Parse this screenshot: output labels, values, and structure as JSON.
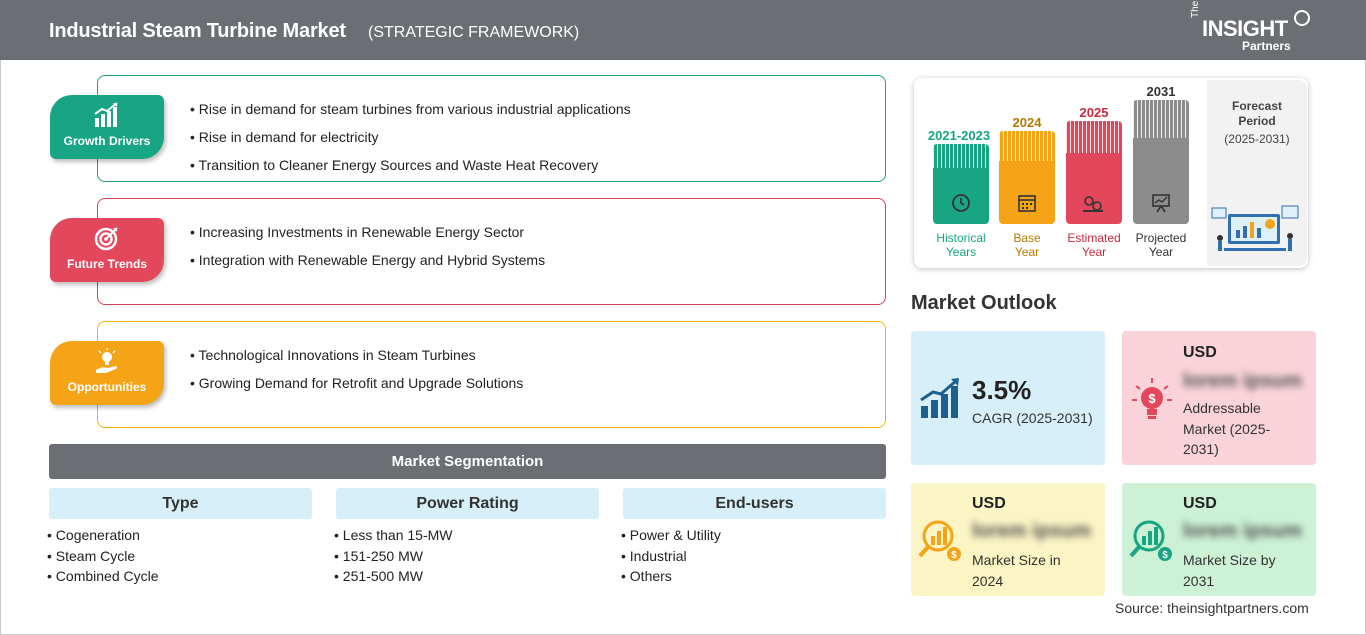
{
  "header": {
    "title": "Industrial Steam Turbine Market",
    "subtitle": "(STRATEGIC FRAMEWORK)",
    "logo": {
      "the": "The",
      "insight": "INSIGHT",
      "partners": "Partners"
    }
  },
  "categories": {
    "growth_drivers": {
      "label": "Growth Drivers",
      "color": "#17a583",
      "items": [
        "Rise in demand for steam turbines from various industrial applications",
        "Rise in demand for electricity",
        "Transition to Cleaner Energy Sources and Waste Heat Recovery"
      ]
    },
    "future_trends": {
      "label": "Future Trends",
      "color": "#e2475c",
      "items": [
        "Increasing Investments in Renewable Energy Sector",
        "Integration with Renewable Energy and Hybrid Systems"
      ]
    },
    "opportunities": {
      "label": "Opportunities",
      "color": "#f5a417",
      "items": [
        "Technological Innovations in Steam Turbines",
        "Growing Demand for Retrofit and Upgrade Solutions"
      ]
    }
  },
  "segmentation": {
    "title": "Market Segmentation",
    "columns": [
      {
        "heading": "Type",
        "items": [
          "Cogeneration",
          "Steam Cycle",
          "Combined Cycle"
        ]
      },
      {
        "heading": "Power Rating",
        "items": [
          "Less than 15-MW",
          "151-250 MW",
          "251-500 MW"
        ]
      },
      {
        "heading": "End-users",
        "items": [
          "Power & Utility",
          "Industrial",
          "Others"
        ]
      }
    ]
  },
  "timeline": {
    "bars": [
      {
        "year": "2021-2023",
        "caption_line1": "Historical",
        "caption_line2": "Years",
        "color": "#17a583",
        "icon": "clock-history-icon"
      },
      {
        "year": "2024",
        "caption_line1": "Base",
        "caption_line2": "Year",
        "color": "#f5a417",
        "icon": "calendar-icon"
      },
      {
        "year": "2025",
        "caption_line1": "Estimated",
        "caption_line2": "Year",
        "color": "#e2475c",
        "icon": "gears-dollar-icon"
      },
      {
        "year": "2031",
        "caption_line1": "Projected",
        "caption_line2": "Year",
        "color": "#8c8c8c",
        "icon": "presentation-chart-icon"
      }
    ],
    "forecast_label_line1": "Forecast",
    "forecast_label_line2": "Period",
    "forecast_range": "(2025-2031)"
  },
  "outlook": {
    "title": "Market Outlook",
    "cagr": {
      "value": "3.5%",
      "label": "CAGR (2025-2031)",
      "color": "#1f5f8f"
    },
    "addressable": {
      "currency": "USD",
      "value": "lorem ipsum",
      "label_line1": "Addressable",
      "label_line2": "Market (2025-",
      "label_line3": "2031)"
    },
    "size_2024": {
      "currency": "USD",
      "value": "lorem ipsum",
      "label_line1": "Market Size in",
      "label_line2": "2024"
    },
    "size_2031": {
      "currency": "USD",
      "value": "lorem ipsum",
      "label_line1": "Market Size by",
      "label_line2": "2031"
    }
  },
  "source": "Source: theinsightpartners.com"
}
